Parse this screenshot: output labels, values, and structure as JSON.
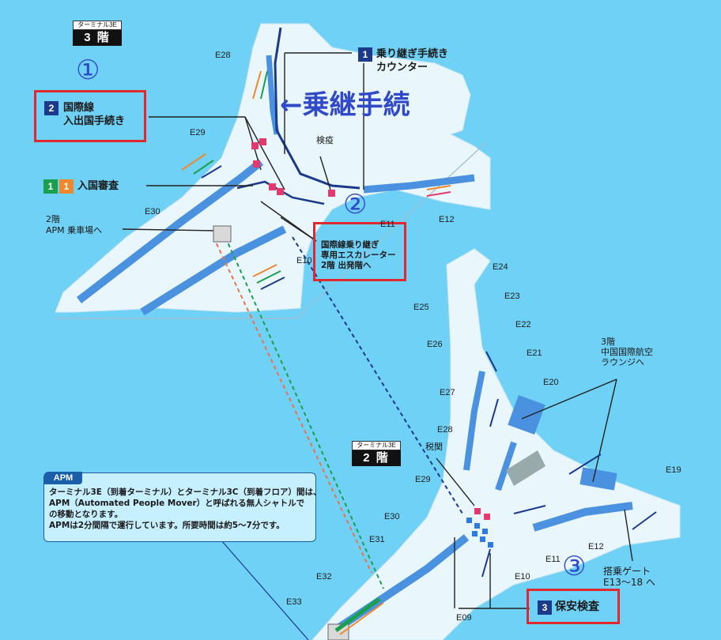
{
  "floor_tags": {
    "top": {
      "terminal": "ターミナル3E",
      "floor": "3 階"
    },
    "bottom": {
      "terminal": "ターミナル3E",
      "floor": "2 階"
    }
  },
  "markers": {
    "one": "①",
    "two": "②",
    "three": "③"
  },
  "big_note": "←乗継手続",
  "labels": {
    "transfer_counter_num": "1",
    "transfer_counter": [
      "乗り継ぎ手続き",
      "カウンター"
    ],
    "immigration_num": "2",
    "immigration": [
      "国際線",
      "入出国手続き"
    ],
    "arrival_check_nums": [
      "1",
      "1"
    ],
    "arrival_check": "入国審査",
    "quarantine": "検疫",
    "apm_floor": "2階",
    "apm_station": "APM 乗車場へ",
    "escalator": [
      "国際線乗り継ぎ",
      "専用エスカレーター",
      "2階 出発階へ"
    ],
    "customs": "税関",
    "lounge": [
      "3階",
      "中国国際航空",
      "ラウンジへ"
    ],
    "boarding": [
      "搭乗ゲート",
      "E13～18 へ"
    ],
    "security_num": "3",
    "security": "保安検査"
  },
  "gates_top": [
    "E28",
    "E29",
    "E30",
    "E11",
    "E10",
    "E12"
  ],
  "gates_bottom": [
    "E24",
    "E23",
    "E25",
    "E22",
    "E26",
    "E21",
    "E20",
    "E27",
    "E28",
    "E19",
    "E29",
    "E30",
    "E31",
    "E11",
    "E12",
    "E10",
    "E32",
    "E33",
    "E09"
  ],
  "apm": {
    "title": "APM",
    "text": "ターミナル3E（到着ターミナル）とターミナル3C（到着フロア）間は、\nAPM（Automated People Mover）と呼ばれる無人シャトルで\nの移動となります。\nAPMは2分間隔で運行しています。所要時間は約5～7分です。"
  },
  "colors": {
    "background": "#6fd1f5",
    "floor": "#e9f6fc",
    "walkway": "#4a92e0",
    "accent_blue": "#2f49c9",
    "box_red": "#e0282f",
    "dark_blue": "#1b3a8c",
    "arrival_green": "#1aa04c",
    "arrival_orange": "#f0872b"
  }
}
